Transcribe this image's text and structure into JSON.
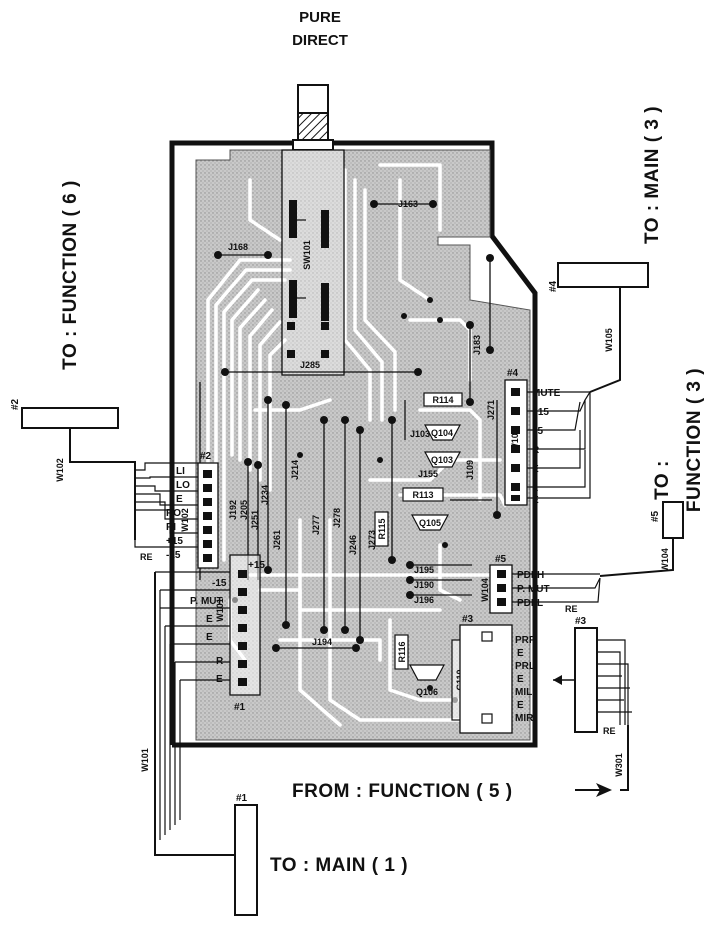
{
  "title_top": [
    "PURE",
    "DIRECT"
  ],
  "labels": {
    "to_function_6": "TO : FUNCTION ( 6 )",
    "to_main_3": "TO : MAIN ( 3 )",
    "to_function_3_a": "TO :",
    "to_function_3_b": "FUNCTION ( 3 )",
    "from_function_5": "FROM : FUNCTION ( 5 )",
    "to_main_1": "TO : MAIN ( 1 )"
  },
  "connectors": {
    "c2_left": {
      "num": "#2",
      "wire": "W102"
    },
    "c4_right": {
      "num": "#4",
      "wire": "W105"
    },
    "c5_right": {
      "num": "#5",
      "wire": "W104"
    },
    "c3_right": {
      "num": "#3",
      "wire": "W301",
      "re": "RE"
    },
    "c1_bottom": {
      "num": "#1",
      "wire": "W101"
    }
  },
  "board_headers": {
    "h2": "#2",
    "h4": "#4",
    "h5": "#5",
    "h3": "#3",
    "h1": "#1"
  },
  "pins": {
    "w102": [
      "LI",
      "LO",
      "E",
      "RO",
      "RI",
      "+15",
      "-15"
    ],
    "w102_wire": "W102",
    "w102_re": "RE",
    "w105": [
      "MUTE",
      "+15",
      "15",
      "R",
      "E",
      "L",
      "E"
    ],
    "w105_wire": "W105",
    "w104": [
      "PDLH",
      "P. MUT",
      "PDLL"
    ],
    "w104_wire": "W104",
    "w104_re": "RE",
    "w301": [
      "PRR",
      "E",
      "PRL",
      "E",
      "MIL",
      "E",
      "MIR"
    ],
    "w101": [
      "+15",
      "-15",
      "P. MUT",
      "E",
      "E",
      "R",
      "E"
    ],
    "w101_wire": "W101"
  },
  "refs": {
    "J163": "J163",
    "J168": "J168",
    "SW101": "SW101",
    "J183": "J183",
    "J285": "J285",
    "R114": "R114",
    "Q104": "Q104",
    "J103": "J103",
    "J155": "J155",
    "Q103": "Q103",
    "R113": "R113",
    "J109": "J109",
    "J271": "J271",
    "R115": "R115",
    "Q105": "Q105",
    "J192": "J192",
    "J205": "J205",
    "J234": "J234",
    "J214": "J214",
    "J251": "J251",
    "J261": "J261",
    "J277": "J277",
    "J278": "J278",
    "J246": "J246",
    "J273": "J273",
    "J195": "J195",
    "J190": "J190",
    "J196": "J196",
    "J194": "J194",
    "R116": "R116",
    "Q106": "Q106",
    "C110": "C110"
  }
}
